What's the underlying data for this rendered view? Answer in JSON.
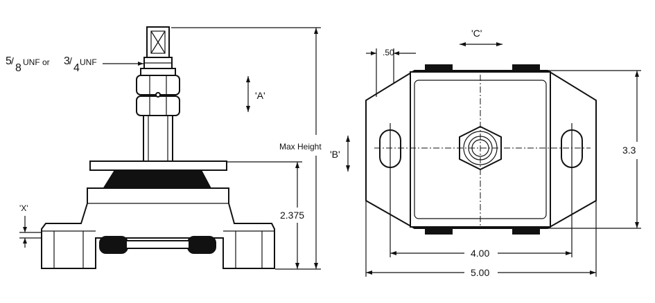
{
  "labels": {
    "thread_num1": "5",
    "thread_den1": "8",
    "thread_unf1": "UNF or ",
    "thread_num2": "3",
    "thread_den2": "4",
    "thread_unf2": "UNF",
    "dim_a": "'A'",
    "dim_b": "'B'",
    "dim_c": "'C'",
    "dim_x": "'X'",
    "max_height": "Max Height",
    "dim_2375": "2.375",
    "dim_050": ".50",
    "dim_33": "3.3",
    "dim_400": "4.00",
    "dim_500": "5.00"
  }
}
